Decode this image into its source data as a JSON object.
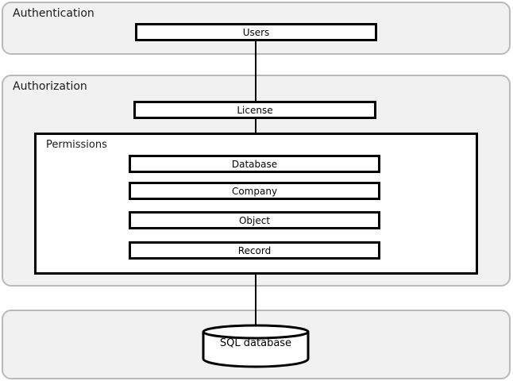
{
  "authentication": {
    "title": "Authentication",
    "users": "Users"
  },
  "authorization": {
    "title": "Authorization",
    "license": "License",
    "permissions": {
      "title": "Permissions",
      "items": [
        "Database",
        "Company",
        "Object",
        "Record"
      ]
    }
  },
  "storage": {
    "database": "SQL database"
  },
  "colors": {
    "panel_fill": "#f1f1f1",
    "panel_border": "#b9b9b9",
    "box_border": "#000000"
  }
}
